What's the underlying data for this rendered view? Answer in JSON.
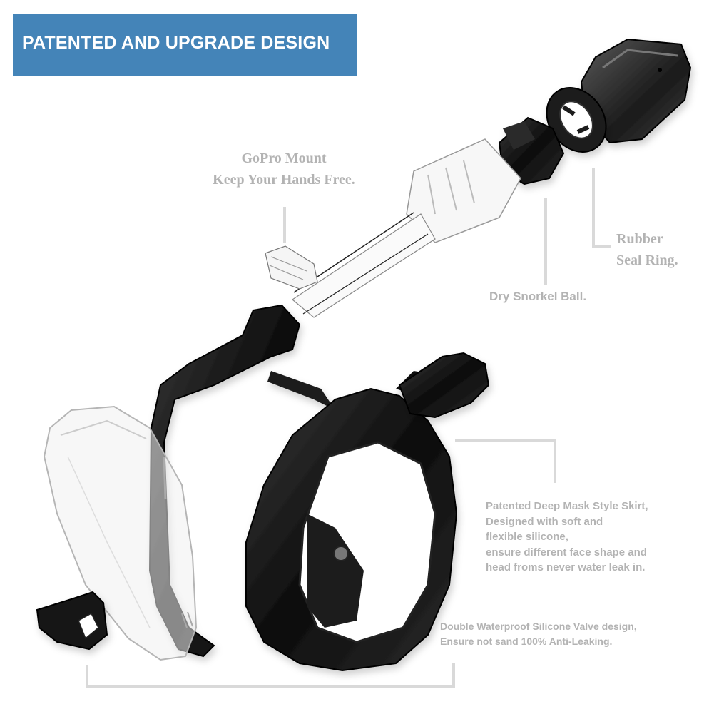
{
  "banner": {
    "title": "PATENTED AND UPGRADE DESIGN",
    "background_color": "#4484b8",
    "text_color": "#ffffff"
  },
  "callouts": {
    "gopro": {
      "line1": "GoPro Mount",
      "line2": "Keep Your Hands Free."
    },
    "seal_ring": {
      "line1": "Rubber",
      "line2": "Seal Ring."
    },
    "dry_ball": {
      "text": "Dry Snorkel Ball."
    },
    "skirt": {
      "lines": [
        "Patented Deep Mask Style Skirt,",
        "Designed with soft and",
        "flexible silicone,",
        "ensure different face shape and",
        "head froms never water leak in."
      ]
    },
    "valve": {
      "lines": [
        "Double Waterproof Silicone Valve design,",
        "Ensure not sand 100% Anti-Leaking."
      ]
    }
  },
  "colors": {
    "label_text": "#b3b3b3",
    "leader_line": "#d9d9d9",
    "product_black": "#111111"
  }
}
